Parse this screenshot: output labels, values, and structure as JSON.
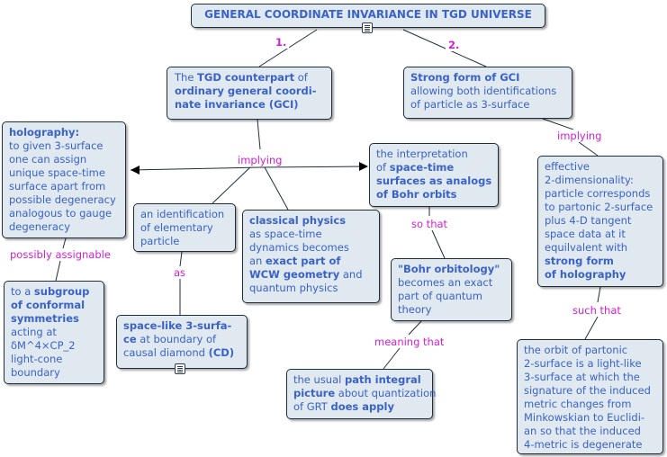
{
  "title": "GENERAL COORDINATE INVARIANCE IN TGD UNIVERSE",
  "labels": {
    "one": "1.",
    "two": "2.",
    "implying_left": "implying",
    "implying_right": "implying",
    "possibly": "possibly assignable",
    "as": "as",
    "so_that": "so that",
    "meaning_that": "meaning that",
    "such_that": "such that"
  },
  "nodes": {
    "tgd": {
      "l1a": "The ",
      "l1b": "TGD counterpart",
      "l1c": " of",
      "l2a": "ordinary  general coordi-",
      "l3a": "nate  invariance (GCI)"
    },
    "strong": {
      "l1a": "Strong form of GCI",
      "l2a": "allowing  both identifications",
      "l3a": "of particle as 3-surface"
    },
    "holo": {
      "l1a": "holography:",
      "l2a": "to given 3-surface",
      "l3a": "one can assign",
      "l4a": "unique space-time",
      "l5a": "surface apart from",
      "l6a": "possible degeneracy",
      "l7a": "analogous to gauge",
      "l8a": "degeneracy"
    },
    "interp": {
      "l1a": "the interpretation",
      "l2a": "of ",
      "l2b": "space-time",
      "l3a": "surfaces as analogs",
      "l4a": "of Bohr orbits"
    },
    "effective": {
      "l1a": "effective",
      "l2a": "2-dimensionality:",
      "l3a": "particle corresponds",
      "l4a": "to partonic 2-surface",
      "l5a": "plus 4-D tangent",
      "l6a": "space data at it",
      "l7a": "equilvalent with",
      "l8a": "strong form",
      "l9a": "of holography"
    },
    "ident": {
      "l1a": "an identification",
      "l2a": "of elementary",
      "l3a": "particle"
    },
    "classical": {
      "l1a": "classical physics",
      "l2a": "as space-time",
      "l3a": "dynamics becomes",
      "l4a": "an ",
      "l4b": "exact part of",
      "l5a": "WCW  geometry",
      "l5b": " and",
      "l6a": "quantum physics"
    },
    "subgroup": {
      "l1a": "to a  ",
      "l1b": "subgroup",
      "l2a": "of conformal",
      "l3a": "symmetries",
      "l4a": "acting at",
      "l5a": "δM^4×CP_2",
      "l6a": "light-cone",
      "l7a": "boundary"
    },
    "bohr": {
      "l1a": "\"Bohr orbitology\"",
      "l2a": "becomes an exact",
      "l3a": "part of quantum",
      "l4a": "theory"
    },
    "spacelike": {
      "l1a": "space-like 3-surfa-",
      "l2a": "ce",
      "l2b": " at  boundary of",
      "l3a": "causal diamond ",
      "l3b": "(CD)"
    },
    "orbit": {
      "l1a": "the orbit of partonic",
      "l2a": "2-surface is a light-like",
      "l3a": "3-surface at which the",
      "l4a": "signature of the induced",
      "l5a": "metric changes from",
      "l6a": "Minkowskian to Euclidi-",
      "l7a": "an  so that the  induced",
      "l8a": "4-metric is  degenerate"
    },
    "path": {
      "l1a": "the usual ",
      "l1b": "path integral",
      "l2a": "picture",
      "l2b": "  about quantization",
      "l3a": "of GRT ",
      "l3b": "does apply"
    }
  }
}
